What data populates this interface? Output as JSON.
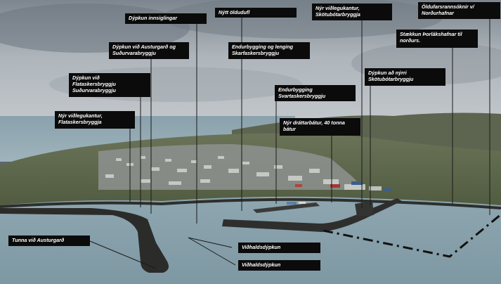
{
  "labels": {
    "dypkun_innsiglingar": "Dýpkun innsiglingar",
    "nytt_oldudufl": "Nýtt öldudufl",
    "nyr_vidlegukantur_skotubotarbryggju": "Nýr viðlegukantur,\nSkötubótarbryggja",
    "oldufarsrannsoknir": "Öldufarsrannsóknir v/\nNorðurhafnar",
    "dypkun_austurgard_sudurvarar": "Dýpkun við Austurgarð og\nSuðurvarabryggju",
    "endurbygging_lenging_skarfaskers": "Endurbygging og lenging\nSkarfaskersbryggju",
    "staekkun_thorlakshafnar": "Stækkun Þorlákshafnar til\nnorðurs.",
    "dypkun_flataskers_sudurvarar": "Dýpkun við\nFlataskersbryggju\nSuðurvarabryggju",
    "dypkun_nyrri_skotubotarbryggju": "Dýpkun að nýrri\nSkötubótarbryggju",
    "endurbygging_svartaskers": "Endurbygging\nSvartaskersbryggju",
    "nyr_vidlegukantur_flataskers": "Nýr viðlegukantur,\nFlataskersbryggja",
    "nyr_drattarbatur": "Nýr dráttarbátur, 40 tonna\nbátur",
    "tunna_austurgard": "Tunna við Austurgarð",
    "vidhaldsdypkun_1": "Viðhaldsdýpkun",
    "vidhaldsdypkun_2": "Viðhaldsdýpkun"
  }
}
